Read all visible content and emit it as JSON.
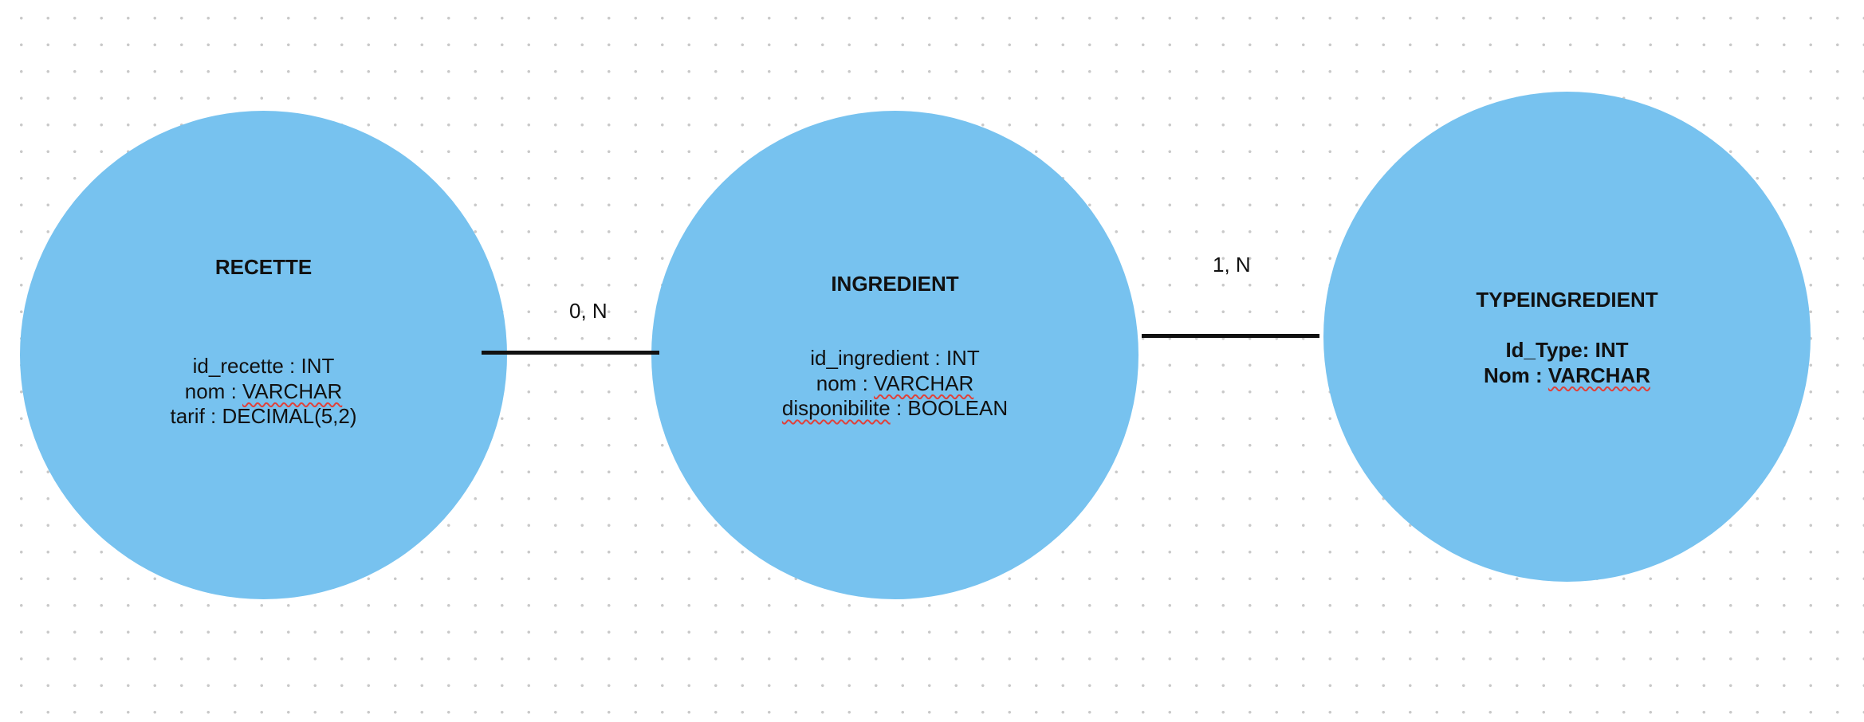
{
  "entities": [
    {
      "name": "RECETTE",
      "attributes": [
        {
          "name": "id_recette",
          "type": "INT"
        },
        {
          "name": "nom",
          "type": "VARCHAR"
        },
        {
          "name": "tarif",
          "type": "DECIMAL(5,2)"
        }
      ]
    },
    {
      "name": "INGREDIENT",
      "attributes": [
        {
          "name": "id_ingredient",
          "type": "INT"
        },
        {
          "name": "nom",
          "type": "VARCHAR"
        },
        {
          "name": "disponibilite",
          "type": "BOOLEAN"
        }
      ]
    },
    {
      "name": "TYPEINGREDIENT",
      "attributes": [
        {
          "name": "Id_Type",
          "type": "INT"
        },
        {
          "name": "Nom",
          "type": "VARCHAR"
        }
      ]
    }
  ],
  "relationships": [
    {
      "from": "RECETTE",
      "to": "INGREDIENT",
      "cardinality": "0, N"
    },
    {
      "from": "INGREDIENT",
      "to": "TYPEINGREDIENT",
      "cardinality": "1, N"
    }
  ],
  "colors": {
    "entity_fill": "#77c2ef",
    "line": "#111111",
    "grid_dot": "#c9c9c9",
    "spellcheck_underline": "#e0413a"
  }
}
